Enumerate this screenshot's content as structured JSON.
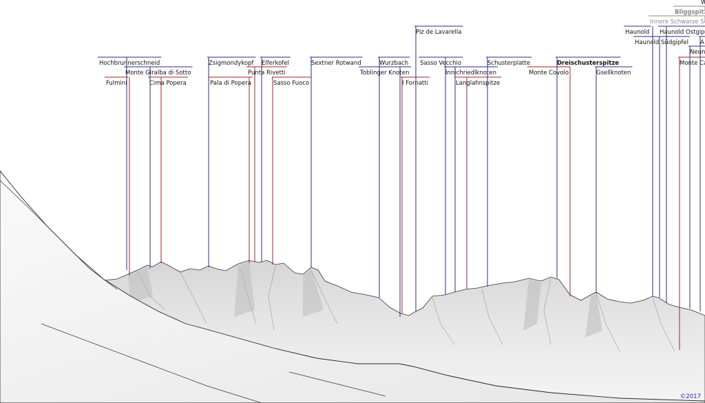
{
  "copyright": "©2017",
  "peaks": [
    {
      "name": "Hochbrunnerschneid",
      "color": "#2a2a8a",
      "weight": "normal"
    },
    {
      "name": "Monte Giralba di Sotto",
      "color": "#2a2a8a",
      "weight": "normal"
    },
    {
      "name": "Fulmini",
      "color": "#a02020",
      "weight": "normal"
    },
    {
      "name": "Cima Popera",
      "color": "#a02020",
      "weight": "normal"
    },
    {
      "name": "Zsigmondykopf",
      "color": "#2a2a8a",
      "weight": "normal"
    },
    {
      "name": "Elferkofel",
      "color": "#2a2a8a",
      "weight": "normal"
    },
    {
      "name": "Punta Rivetti",
      "color": "#a02020",
      "weight": "normal"
    },
    {
      "name": "Pala di Popera",
      "color": "#a02020",
      "weight": "normal"
    },
    {
      "name": "Sasso Fuoco",
      "color": "#a02020",
      "weight": "normal"
    },
    {
      "name": "Sextner Rotwand",
      "color": "#2a2a8a",
      "weight": "normal"
    },
    {
      "name": "Wurzbach",
      "color": "#2a2a8a",
      "weight": "normal"
    },
    {
      "name": "Toblinger Knoten",
      "color": "#2a2a8a",
      "weight": "normal"
    },
    {
      "name": "I Fornatti",
      "color": "#a02020",
      "weight": "normal"
    },
    {
      "name": "Piz de Lavarella",
      "color": "#2a2a8a",
      "weight": "normal"
    },
    {
      "name": "Sasso Vecchio",
      "color": "#2a2a8a",
      "weight": "normal"
    },
    {
      "name": "Innichriedlknoten",
      "color": "#2a2a8a",
      "weight": "normal"
    },
    {
      "name": "Langlahnspitze",
      "color": "#a02020",
      "weight": "normal"
    },
    {
      "name": "Schusterplatte",
      "color": "#2a2a8a",
      "weight": "normal"
    },
    {
      "name": "Monte Covolo",
      "color": "#a02020",
      "weight": "normal"
    },
    {
      "name": "Dreischusterspitze",
      "color": "#2a2a8a",
      "weight": "bold"
    },
    {
      "name": "Gsellknoten",
      "color": "#2a2a8a",
      "weight": "normal"
    },
    {
      "name": "Haunold",
      "color": "#2a2a8a",
      "weight": "normal"
    },
    {
      "name": "Haunold Südgipfel",
      "color": "#2a2a8a",
      "weight": "normal"
    },
    {
      "name": "Haunold Ostgipfel",
      "color": "#2a2a8a",
      "weight": "normal"
    },
    {
      "name": "Neun",
      "color": "#2a2a8a",
      "weight": "normal"
    },
    {
      "name": "Monte Ca",
      "color": "#a02020",
      "weight": "normal"
    },
    {
      "name": "A",
      "color": "#2a2a8a",
      "weight": "normal"
    },
    {
      "name": "Innere Schwarze Sc",
      "color": "#888888",
      "weight": "normal"
    },
    {
      "name": "Bliggspitz",
      "color": "#888888",
      "weight": "bold"
    },
    {
      "name": "W",
      "color": "#2a2a8a",
      "weight": "normal"
    }
  ]
}
